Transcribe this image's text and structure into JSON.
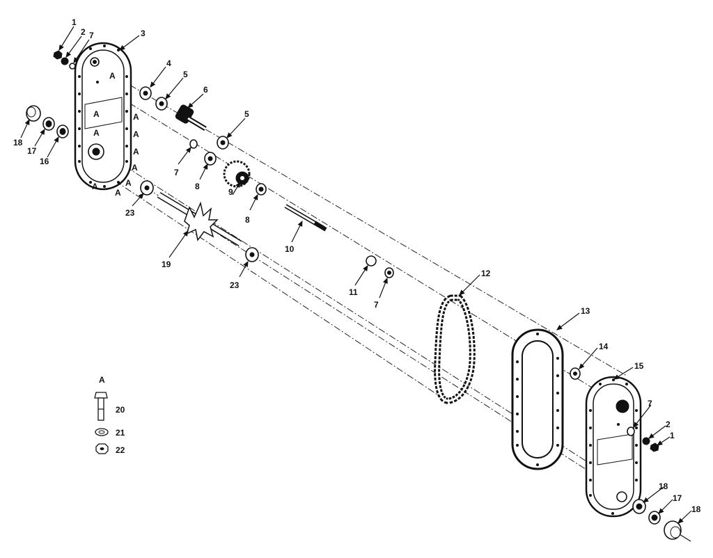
{
  "callouts": {
    "c1a": "1",
    "c2a": "2",
    "c7a": "7",
    "c3": "3",
    "c4": "4",
    "c5a": "5",
    "c6": "6",
    "c5b": "5",
    "c18a": "18",
    "c17a": "17",
    "c16": "16",
    "c7b": "7",
    "c8a": "8",
    "c9": "9",
    "c8b": "8",
    "c23a": "23",
    "c19": "19",
    "c10": "10",
    "c23b": "23",
    "c11": "11",
    "c7c": "7",
    "c12": "12",
    "c13": "13",
    "c14": "14",
    "c15": "15",
    "c7d": "7",
    "c2b": "2",
    "c1b": "1",
    "c18b": "18",
    "c17b": "17",
    "c18c": "18"
  },
  "reference_letter": "A",
  "legend": {
    "title": "A",
    "bolt": "20",
    "washer": "21",
    "nut": "22"
  }
}
